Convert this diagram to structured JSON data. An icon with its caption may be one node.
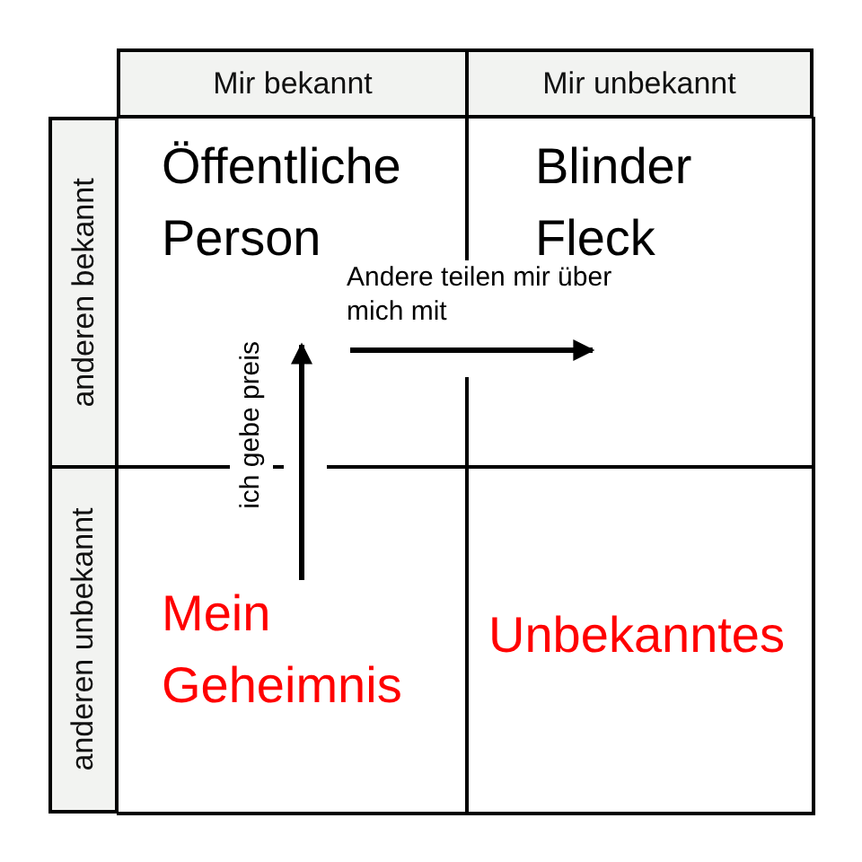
{
  "diagram": {
    "nodes": [
      {
        "text": [
          "Mir bekannt"
        ]
      },
      {
        "text": [
          "Mir unbekannt"
        ]
      },
      {
        "text": [
          "anderen bekannt"
        ]
      },
      {
        "text": [
          "anderen unbekannt"
        ]
      },
      {
        "text": [
          "Öffentliche Person"
        ]
      },
      {
        "text": [
          "Blinder Fleck"
        ]
      },
      {
        "text": [
          "Mein Geheimnis"
        ]
      },
      {
        "text": [
          "Unbekanntes"
        ]
      }
    ],
    "edges": [
      {
        "from": 6,
        "to": 4,
        "arrow": "to",
        "label": "ich gebe preis"
      },
      {
        "from": 4,
        "to": 5,
        "arrow": "to",
        "label": "Andere teilen mir über mich mit"
      }
    ]
  }
}
